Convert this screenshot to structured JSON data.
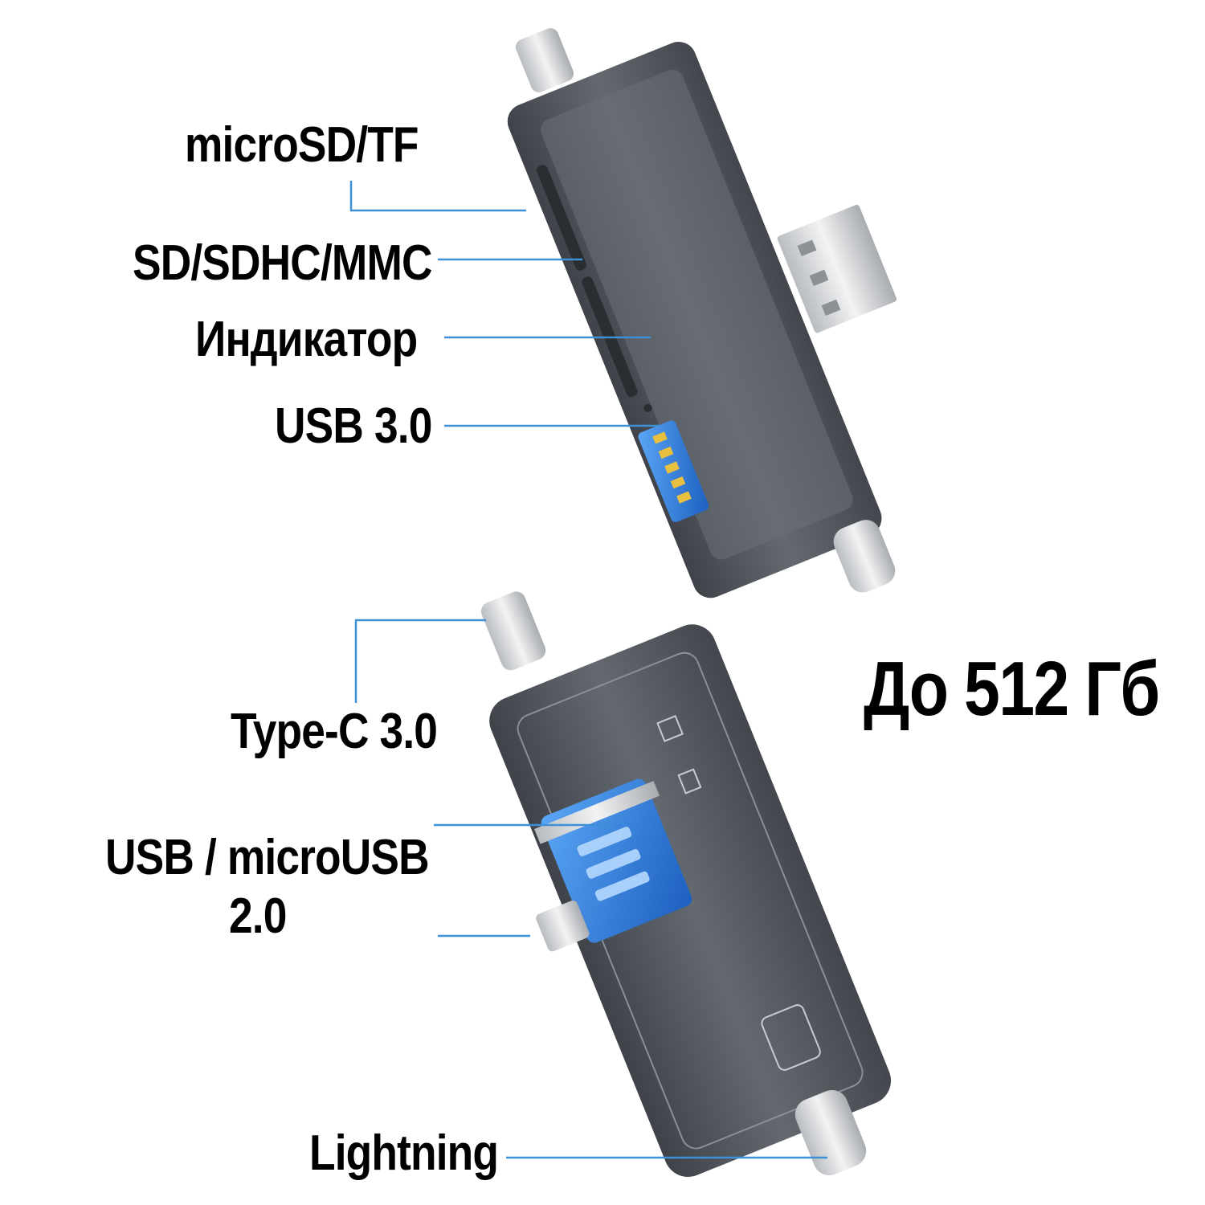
{
  "labels": {
    "microsd": "microSD/TF",
    "sd": "SD/SDHC/MMC",
    "indicator": "Индикатор",
    "usb3": "USB 3.0",
    "typec": "Type-C 3.0",
    "usb_micro_line1": "USB / microUSB",
    "usb_micro_line2": "2.0",
    "lightning": "Lightning"
  },
  "headline": "До 512 Гб",
  "colors": {
    "leader_line": "#3d8fd6",
    "body": "#5a5f66",
    "body_dark": "#3e4248",
    "usb_blue": "#2f7fe0",
    "metal": "#d9dbde",
    "gold": "#e8c040"
  }
}
